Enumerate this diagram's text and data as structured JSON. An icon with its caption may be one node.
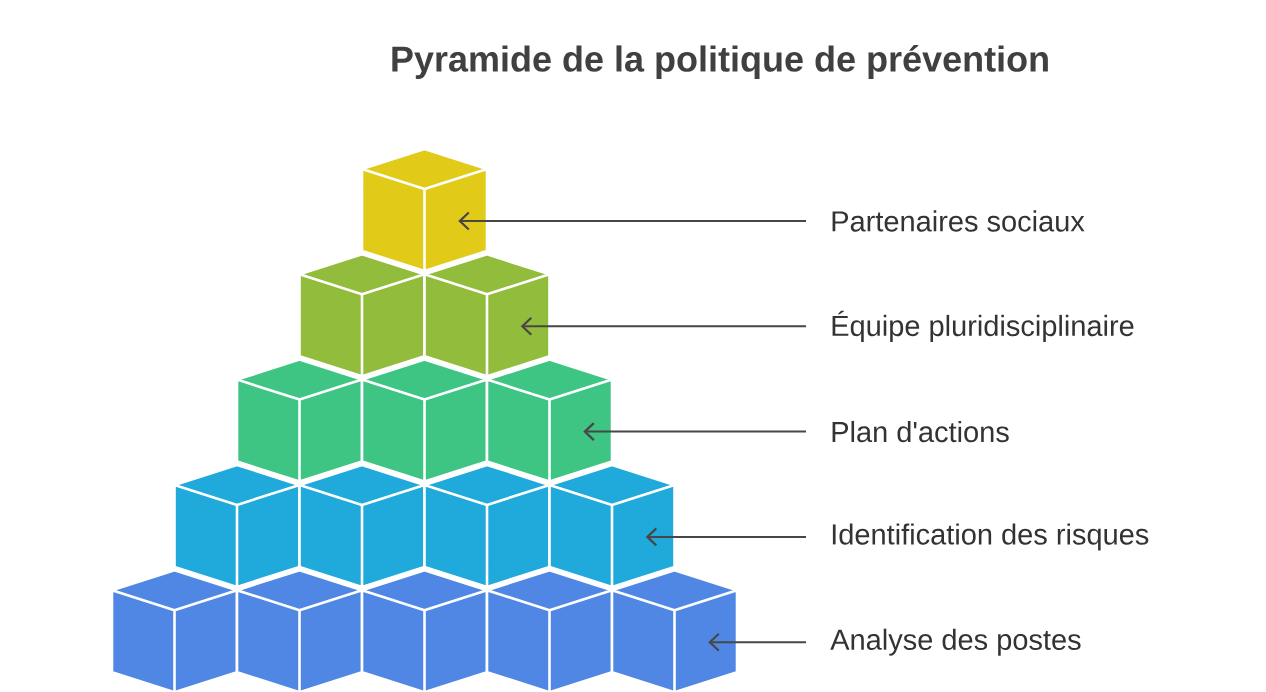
{
  "diagram": {
    "title": "Pyramide de la politique de prévention",
    "nodes": [
      {
        "text": [],
        "shape": "cube"
      },
      {
        "text": [],
        "shape": "cube"
      },
      {
        "text": [],
        "shape": "cube"
      },
      {
        "text": [],
        "shape": "cube"
      },
      {
        "text": [],
        "shape": "cube"
      },
      {
        "text": [
          "Partenaires sociaux"
        ]
      },
      {
        "text": [
          "Équipe pluridisciplinaire"
        ]
      },
      {
        "text": [
          "Plan d'actions"
        ]
      },
      {
        "text": [
          "Identification des risques"
        ]
      },
      {
        "text": [
          "Analyse des postes"
        ]
      }
    ],
    "edges": [
      {
        "from": 5,
        "to": 0,
        "arrow": "to"
      },
      {
        "from": 6,
        "to": 1,
        "arrow": "to"
      },
      {
        "from": 7,
        "to": 2,
        "arrow": "to"
      },
      {
        "from": 8,
        "to": 3,
        "arrow": "to"
      },
      {
        "from": 9,
        "to": 4,
        "arrow": "to"
      }
    ]
  }
}
